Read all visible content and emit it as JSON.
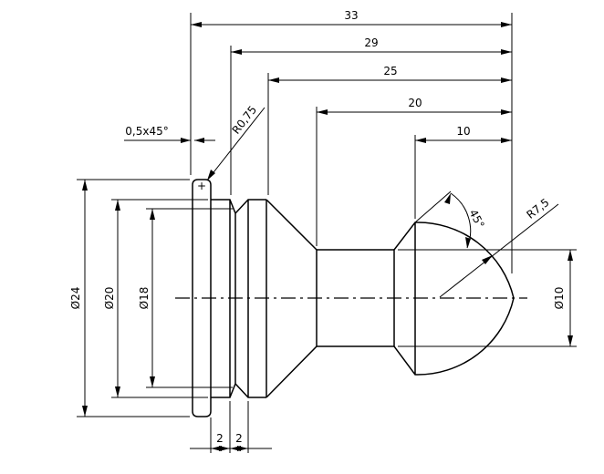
{
  "drawing": {
    "dims": {
      "len_33": "33",
      "len_29": "29",
      "len_25": "25",
      "len_20": "20",
      "len_10": "10",
      "chamfer": "0,5x45°",
      "fillet": "R0,75",
      "sphere_radius": "R7,5",
      "angle": "45°",
      "dia_24": "Ø24",
      "dia_20": "Ø20",
      "dia_18": "Ø18",
      "dia_10": "Ø10",
      "groove_1": "2",
      "groove_2": "2"
    }
  }
}
